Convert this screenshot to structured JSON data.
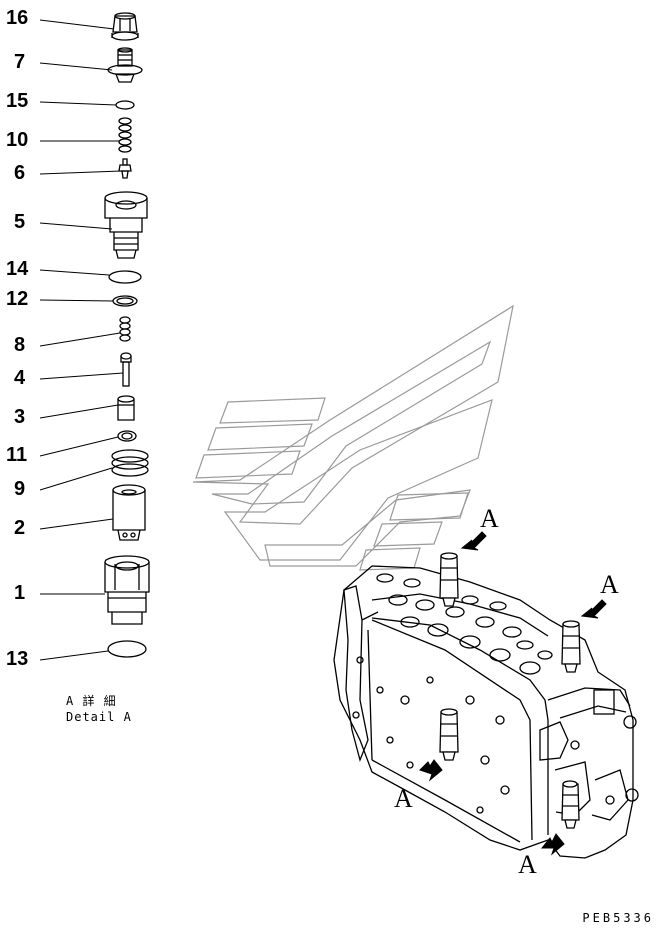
{
  "callouts": [
    {
      "num": "16"
    },
    {
      "num": "7"
    },
    {
      "num": "15"
    },
    {
      "num": "10"
    },
    {
      "num": "6"
    },
    {
      "num": "5"
    },
    {
      "num": "14"
    },
    {
      "num": "12"
    },
    {
      "num": "8"
    },
    {
      "num": "4"
    },
    {
      "num": "3"
    },
    {
      "num": "11"
    },
    {
      "num": "9"
    },
    {
      "num": "2"
    },
    {
      "num": "1"
    },
    {
      "num": "13"
    }
  ],
  "caption": {
    "line1": "A 詳 細",
    "line2": "Detail A"
  },
  "view_label": "A",
  "page_id": "PEB5336"
}
